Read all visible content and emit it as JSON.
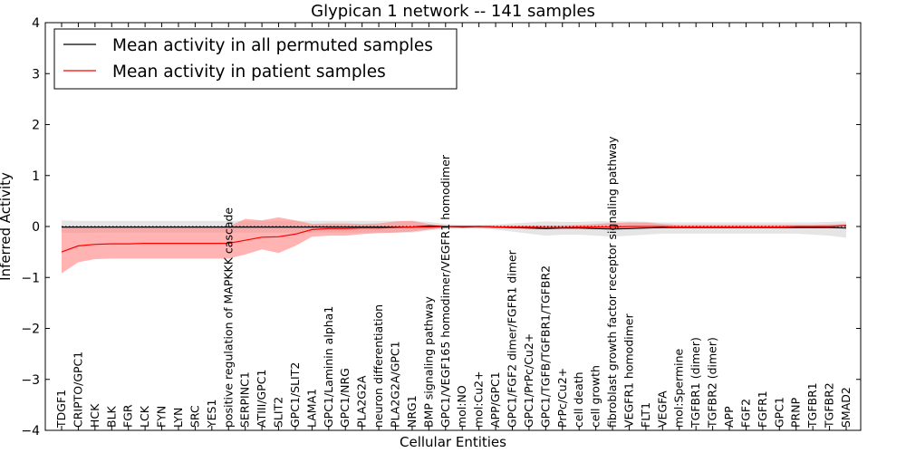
{
  "chart_data": {
    "type": "line",
    "title": "Glypican 1 network -- 141 samples",
    "xlabel": "Cellular Entities",
    "ylabel": "Inferred Activity",
    "ylim": [
      -4,
      4
    ],
    "yticks": [
      "−4",
      "−3",
      "−2",
      "−1",
      "0",
      "1",
      "2",
      "3",
      "4"
    ],
    "grid": false,
    "legend_position": "top-left",
    "categories": [
      "TDGF1",
      "CRIPTO/GPC1",
      "HCK",
      "BLK",
      "FGR",
      "LCK",
      "FYN",
      "LYN",
      "SRC",
      "YES1",
      "positive regulation of MAPKKK cascade",
      "SERPINC1",
      "ATIII/GPC1",
      "SLIT2",
      "GPC1/SLIT2",
      "LAMA1",
      "GPC1/Laminin alpha1",
      "GPC1/NRG",
      "PLA2G2A",
      "neuron differentiation",
      "PLA2G2A/GPC1",
      "NRG1",
      "BMP signaling pathway",
      "GPC1/VEGF165 homodimer/VEGFR1 homodimer",
      "mol:NO",
      "mol:Cu2+",
      "APP/GPC1",
      "GPC1/FGF2 dimer/FGFR1 dimer",
      "GPC1/PrPc/Cu2+",
      "GPC1/TGFB/TGFBR1/TGFBR2",
      "PrPc/Cu2+",
      "cell death",
      "cell growth",
      "fibroblast growth factor receptor signaling pathway",
      "VEGFR1 homodimer",
      "FLT1",
      "VEGFA",
      "mol:Spermine",
      "TGFBR1 (dimer)",
      "TGFBR2 (dimer)",
      "APP",
      "FGF2",
      "FGFR1",
      "GPC1",
      "PRNP",
      "TGFBR1",
      "TGFBR2",
      "SMAD2"
    ],
    "series": [
      {
        "name": "Mean activity in all permuted samples",
        "color": "#000000",
        "values": [
          -0.01,
          -0.01,
          -0.01,
          -0.01,
          -0.01,
          -0.01,
          -0.01,
          -0.01,
          -0.01,
          -0.01,
          -0.01,
          -0.01,
          -0.01,
          -0.01,
          -0.01,
          -0.01,
          -0.01,
          -0.01,
          -0.01,
          -0.01,
          -0.01,
          -0.01,
          0.01,
          0.0,
          -0.01,
          0.0,
          -0.01,
          -0.02,
          -0.03,
          -0.04,
          -0.03,
          -0.03,
          -0.04,
          -0.05,
          -0.04,
          -0.03,
          -0.02,
          -0.02,
          -0.02,
          -0.02,
          -0.02,
          -0.02,
          -0.02,
          -0.02,
          -0.02,
          -0.02,
          -0.02,
          -0.03
        ],
        "lower": [
          -0.12,
          -0.13,
          -0.12,
          -0.12,
          -0.12,
          -0.12,
          -0.12,
          -0.12,
          -0.12,
          -0.12,
          -0.12,
          -0.12,
          -0.12,
          -0.12,
          -0.12,
          -0.12,
          -0.12,
          -0.12,
          -0.12,
          -0.12,
          -0.12,
          -0.12,
          -0.08,
          -0.05,
          -0.04,
          -0.04,
          -0.06,
          -0.1,
          -0.14,
          -0.18,
          -0.16,
          -0.16,
          -0.18,
          -0.2,
          -0.18,
          -0.16,
          -0.14,
          -0.14,
          -0.14,
          -0.14,
          -0.14,
          -0.14,
          -0.14,
          -0.14,
          -0.14,
          -0.16,
          -0.18,
          -0.22
        ],
        "upper": [
          0.12,
          0.11,
          0.11,
          0.11,
          0.11,
          0.11,
          0.11,
          0.11,
          0.11,
          0.11,
          0.11,
          0.11,
          0.11,
          0.11,
          0.11,
          0.11,
          0.11,
          0.11,
          0.11,
          0.11,
          0.11,
          0.11,
          0.09,
          0.05,
          0.03,
          0.03,
          0.04,
          0.06,
          0.08,
          0.1,
          0.09,
          0.09,
          0.1,
          0.1,
          0.1,
          0.09,
          0.08,
          0.08,
          0.08,
          0.08,
          0.08,
          0.08,
          0.08,
          0.08,
          0.08,
          0.08,
          0.09,
          0.1
        ]
      },
      {
        "name": "Mean activity in patient samples",
        "color": "#ff0000",
        "values": [
          -0.5,
          -0.38,
          -0.35,
          -0.34,
          -0.34,
          -0.33,
          -0.33,
          -0.33,
          -0.33,
          -0.33,
          -0.33,
          -0.27,
          -0.21,
          -0.2,
          -0.15,
          -0.06,
          -0.04,
          -0.04,
          -0.03,
          -0.03,
          -0.02,
          -0.01,
          -0.01,
          0.0,
          0.0,
          0.0,
          -0.01,
          -0.01,
          -0.01,
          -0.02,
          -0.02,
          -0.01,
          -0.01,
          -0.01,
          0.0,
          0.0,
          0.0,
          -0.01,
          -0.01,
          -0.01,
          -0.01,
          -0.01,
          -0.01,
          -0.01,
          0.0,
          0.0,
          0.0,
          0.02
        ],
        "lower": [
          -0.92,
          -0.7,
          -0.64,
          -0.63,
          -0.63,
          -0.63,
          -0.63,
          -0.63,
          -0.63,
          -0.63,
          -0.63,
          -0.55,
          -0.45,
          -0.52,
          -0.38,
          -0.2,
          -0.18,
          -0.18,
          -0.15,
          -0.13,
          -0.12,
          -0.1,
          -0.06,
          -0.02,
          -0.02,
          -0.02,
          -0.03,
          -0.04,
          -0.05,
          -0.05,
          -0.05,
          -0.05,
          -0.05,
          -0.05,
          -0.04,
          -0.03,
          -0.03,
          -0.03,
          -0.03,
          -0.03,
          -0.03,
          -0.03,
          -0.03,
          -0.03,
          -0.03,
          -0.02,
          -0.02,
          0.0
        ],
        "upper": [
          0.0,
          0.0,
          0.0,
          0.0,
          0.0,
          0.0,
          0.0,
          0.0,
          0.0,
          0.0,
          0.0,
          0.15,
          0.12,
          0.18,
          0.12,
          0.05,
          0.06,
          0.06,
          0.05,
          0.06,
          0.1,
          0.11,
          0.05,
          0.02,
          0.02,
          0.02,
          0.02,
          0.02,
          0.02,
          0.02,
          0.02,
          0.03,
          0.05,
          0.07,
          0.08,
          0.08,
          0.05,
          0.03,
          0.03,
          0.03,
          0.03,
          0.03,
          0.03,
          0.03,
          0.03,
          0.03,
          0.04,
          0.05
        ]
      }
    ],
    "colors": {
      "permuted_band": "#cfcfcf",
      "patient_band": "#ff8080",
      "zero_line": "#000000"
    }
  }
}
